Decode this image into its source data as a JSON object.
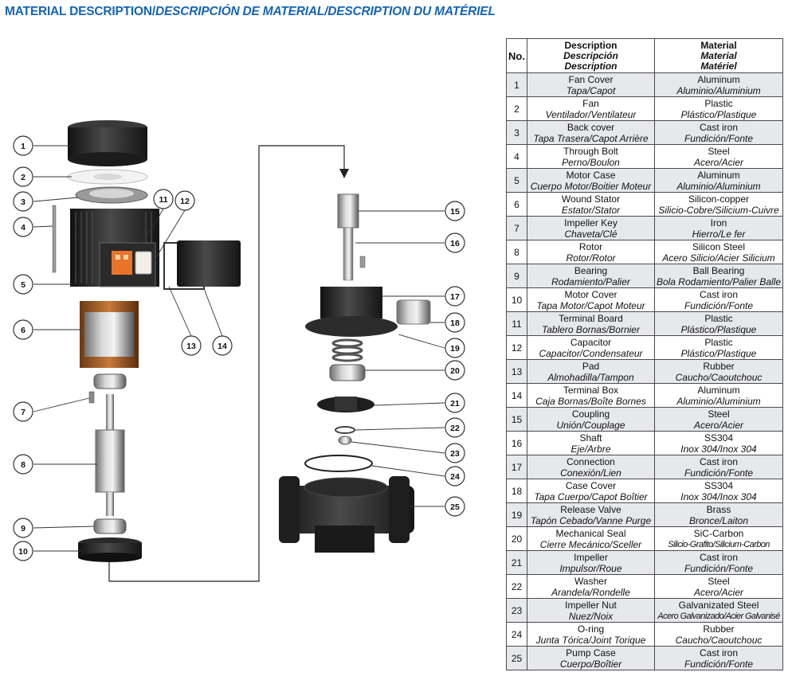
{
  "header": {
    "title_en": "MATERIAL DESCRIPTION/",
    "title_rest": "DESCRIPCIÓN DE MATERIAL/DESCRIPTION DU MATÉRIEL"
  },
  "colors": {
    "title": "#1565b5",
    "row_shade": "#e6e8ec",
    "callout_stroke": "#333333"
  },
  "table": {
    "headers": {
      "no": "No.",
      "description_en": "Description",
      "description_es": "Descripción",
      "description_fr": "Description",
      "material_en": "Material",
      "material_es": "Material",
      "material_fr": "Matériel"
    },
    "rows": [
      {
        "no": "1",
        "desc": "Fan Cover",
        "desc_tr": "Tapa/Capot",
        "mat": "Aluminum",
        "mat_tr": "Aluminio/Aluminium"
      },
      {
        "no": "2",
        "desc": "Fan",
        "desc_tr": "Ventilador/Ventilateur",
        "mat": "Plastic",
        "mat_tr": "Plástico/Plastique"
      },
      {
        "no": "3",
        "desc": "Back cover",
        "desc_tr": "Tapa Trasera/Capot Arrière",
        "mat": "Cast iron",
        "mat_tr": "Fundición/Fonte"
      },
      {
        "no": "4",
        "desc": "Through Bolt",
        "desc_tr": "Perno/Boulon",
        "mat": "Steel",
        "mat_tr": "Acero/Acier"
      },
      {
        "no": "5",
        "desc": "Motor Case",
        "desc_tr": "Cuerpo Motor/Boitier Moteur",
        "mat": "Aluminum",
        "mat_tr": "Aluminio/Aluminium"
      },
      {
        "no": "6",
        "desc": "Wound Stator",
        "desc_tr": "Estator/Stator",
        "mat": "Silicon-copper",
        "mat_tr": "Silicio-Cobre/Silicium-Cuivre"
      },
      {
        "no": "7",
        "desc": "Impeller Key",
        "desc_tr": "Chaveta/Clé",
        "mat": "Iron",
        "mat_tr": "Hierro/Le fer"
      },
      {
        "no": "8",
        "desc": "Rotor",
        "desc_tr": "Rotor/Rotor",
        "mat": "Silicon Steel",
        "mat_tr": "Acero Silicio/Acier Silicium"
      },
      {
        "no": "9",
        "desc": "Bearing",
        "desc_tr": "Rodamiento/Palier",
        "mat": "Ball Bearing",
        "mat_tr": "Bola Rodamiento/Palier Balle"
      },
      {
        "no": "10",
        "desc": "Motor Cover",
        "desc_tr": "Tapa Motor/Capot Moteur",
        "mat": "Cast iron",
        "mat_tr": "Fundición/Fonte"
      },
      {
        "no": "11",
        "desc": "Terminal Board",
        "desc_tr": "Tablero Bornas/Bornier",
        "mat": "Plastic",
        "mat_tr": "Plástico/Plastique"
      },
      {
        "no": "12",
        "desc": "Capacitor",
        "desc_tr": "Capacitor/Condensateur",
        "mat": "Plastic",
        "mat_tr": "Plástico/Plastique"
      },
      {
        "no": "13",
        "desc": "Pad",
        "desc_tr": "Almohadilla/Tampon",
        "mat": "Rubber",
        "mat_tr": "Caucho/Caoutchouc"
      },
      {
        "no": "14",
        "desc": "Terminal Box",
        "desc_tr": "Caja Bornas/Boîte Bornes",
        "mat": "Aluminum",
        "mat_tr": "Aluminio/Aluminium"
      },
      {
        "no": "15",
        "desc": "Coupling",
        "desc_tr": "Unión/Couplage",
        "mat": "Steel",
        "mat_tr": "Acero/Acier"
      },
      {
        "no": "16",
        "desc": "Shaft",
        "desc_tr": "Eje/Arbre",
        "mat": "SS304",
        "mat_tr": "Inox 304/Inox 304"
      },
      {
        "no": "17",
        "desc": "Connection",
        "desc_tr": "Conexión/Lien",
        "mat": "Cast iron",
        "mat_tr": "Fundición/Fonte"
      },
      {
        "no": "18",
        "desc": "Case Cover",
        "desc_tr": "Tapa Cuerpo/Capot Boîtier",
        "mat": "SS304",
        "mat_tr": "Inox 304/Inox 304"
      },
      {
        "no": "19",
        "desc": "Release Valve",
        "desc_tr": "Tapón Cebado/Vanne Purge",
        "mat": "Brass",
        "mat_tr": "Bronce/Laiton"
      },
      {
        "no": "20",
        "desc": "Mechanical Seal",
        "desc_tr": "Cierre Mecánico/Sceller",
        "mat": "SiC-Carbon",
        "mat_tr": "Silicio-Grafito/Silicium-Carbon"
      },
      {
        "no": "21",
        "desc": "Impeller",
        "desc_tr": "Impulsor/Roue",
        "mat": "Cast iron",
        "mat_tr": "Fundición/Fonte"
      },
      {
        "no": "22",
        "desc": "Washer",
        "desc_tr": "Arandela/Rondelle",
        "mat": "Steel",
        "mat_tr": "Acero/Acier"
      },
      {
        "no": "23",
        "desc": "Impeller Nut",
        "desc_tr": "Nuez/Noix",
        "mat": "Galvanizated Steel",
        "mat_tr": "Acero Galvanizado/Acier Galvanisé"
      },
      {
        "no": "24",
        "desc": "O-ring",
        "desc_tr": "Junta Tórica/Joint Torique",
        "mat": "Rubber",
        "mat_tr": "Caucho/Caoutchouc"
      },
      {
        "no": "25",
        "desc": "Pump Case",
        "desc_tr": "Cuerpo/Boîtier",
        "mat": "Cast iron",
        "mat_tr": "Fundición/Fonte"
      }
    ]
  },
  "callouts": [
    "1",
    "2",
    "3",
    "4",
    "5",
    "6",
    "7",
    "8",
    "9",
    "10",
    "11",
    "12",
    "13",
    "14",
    "15",
    "16",
    "17",
    "18",
    "19",
    "20",
    "21",
    "22",
    "23",
    "24",
    "25"
  ]
}
